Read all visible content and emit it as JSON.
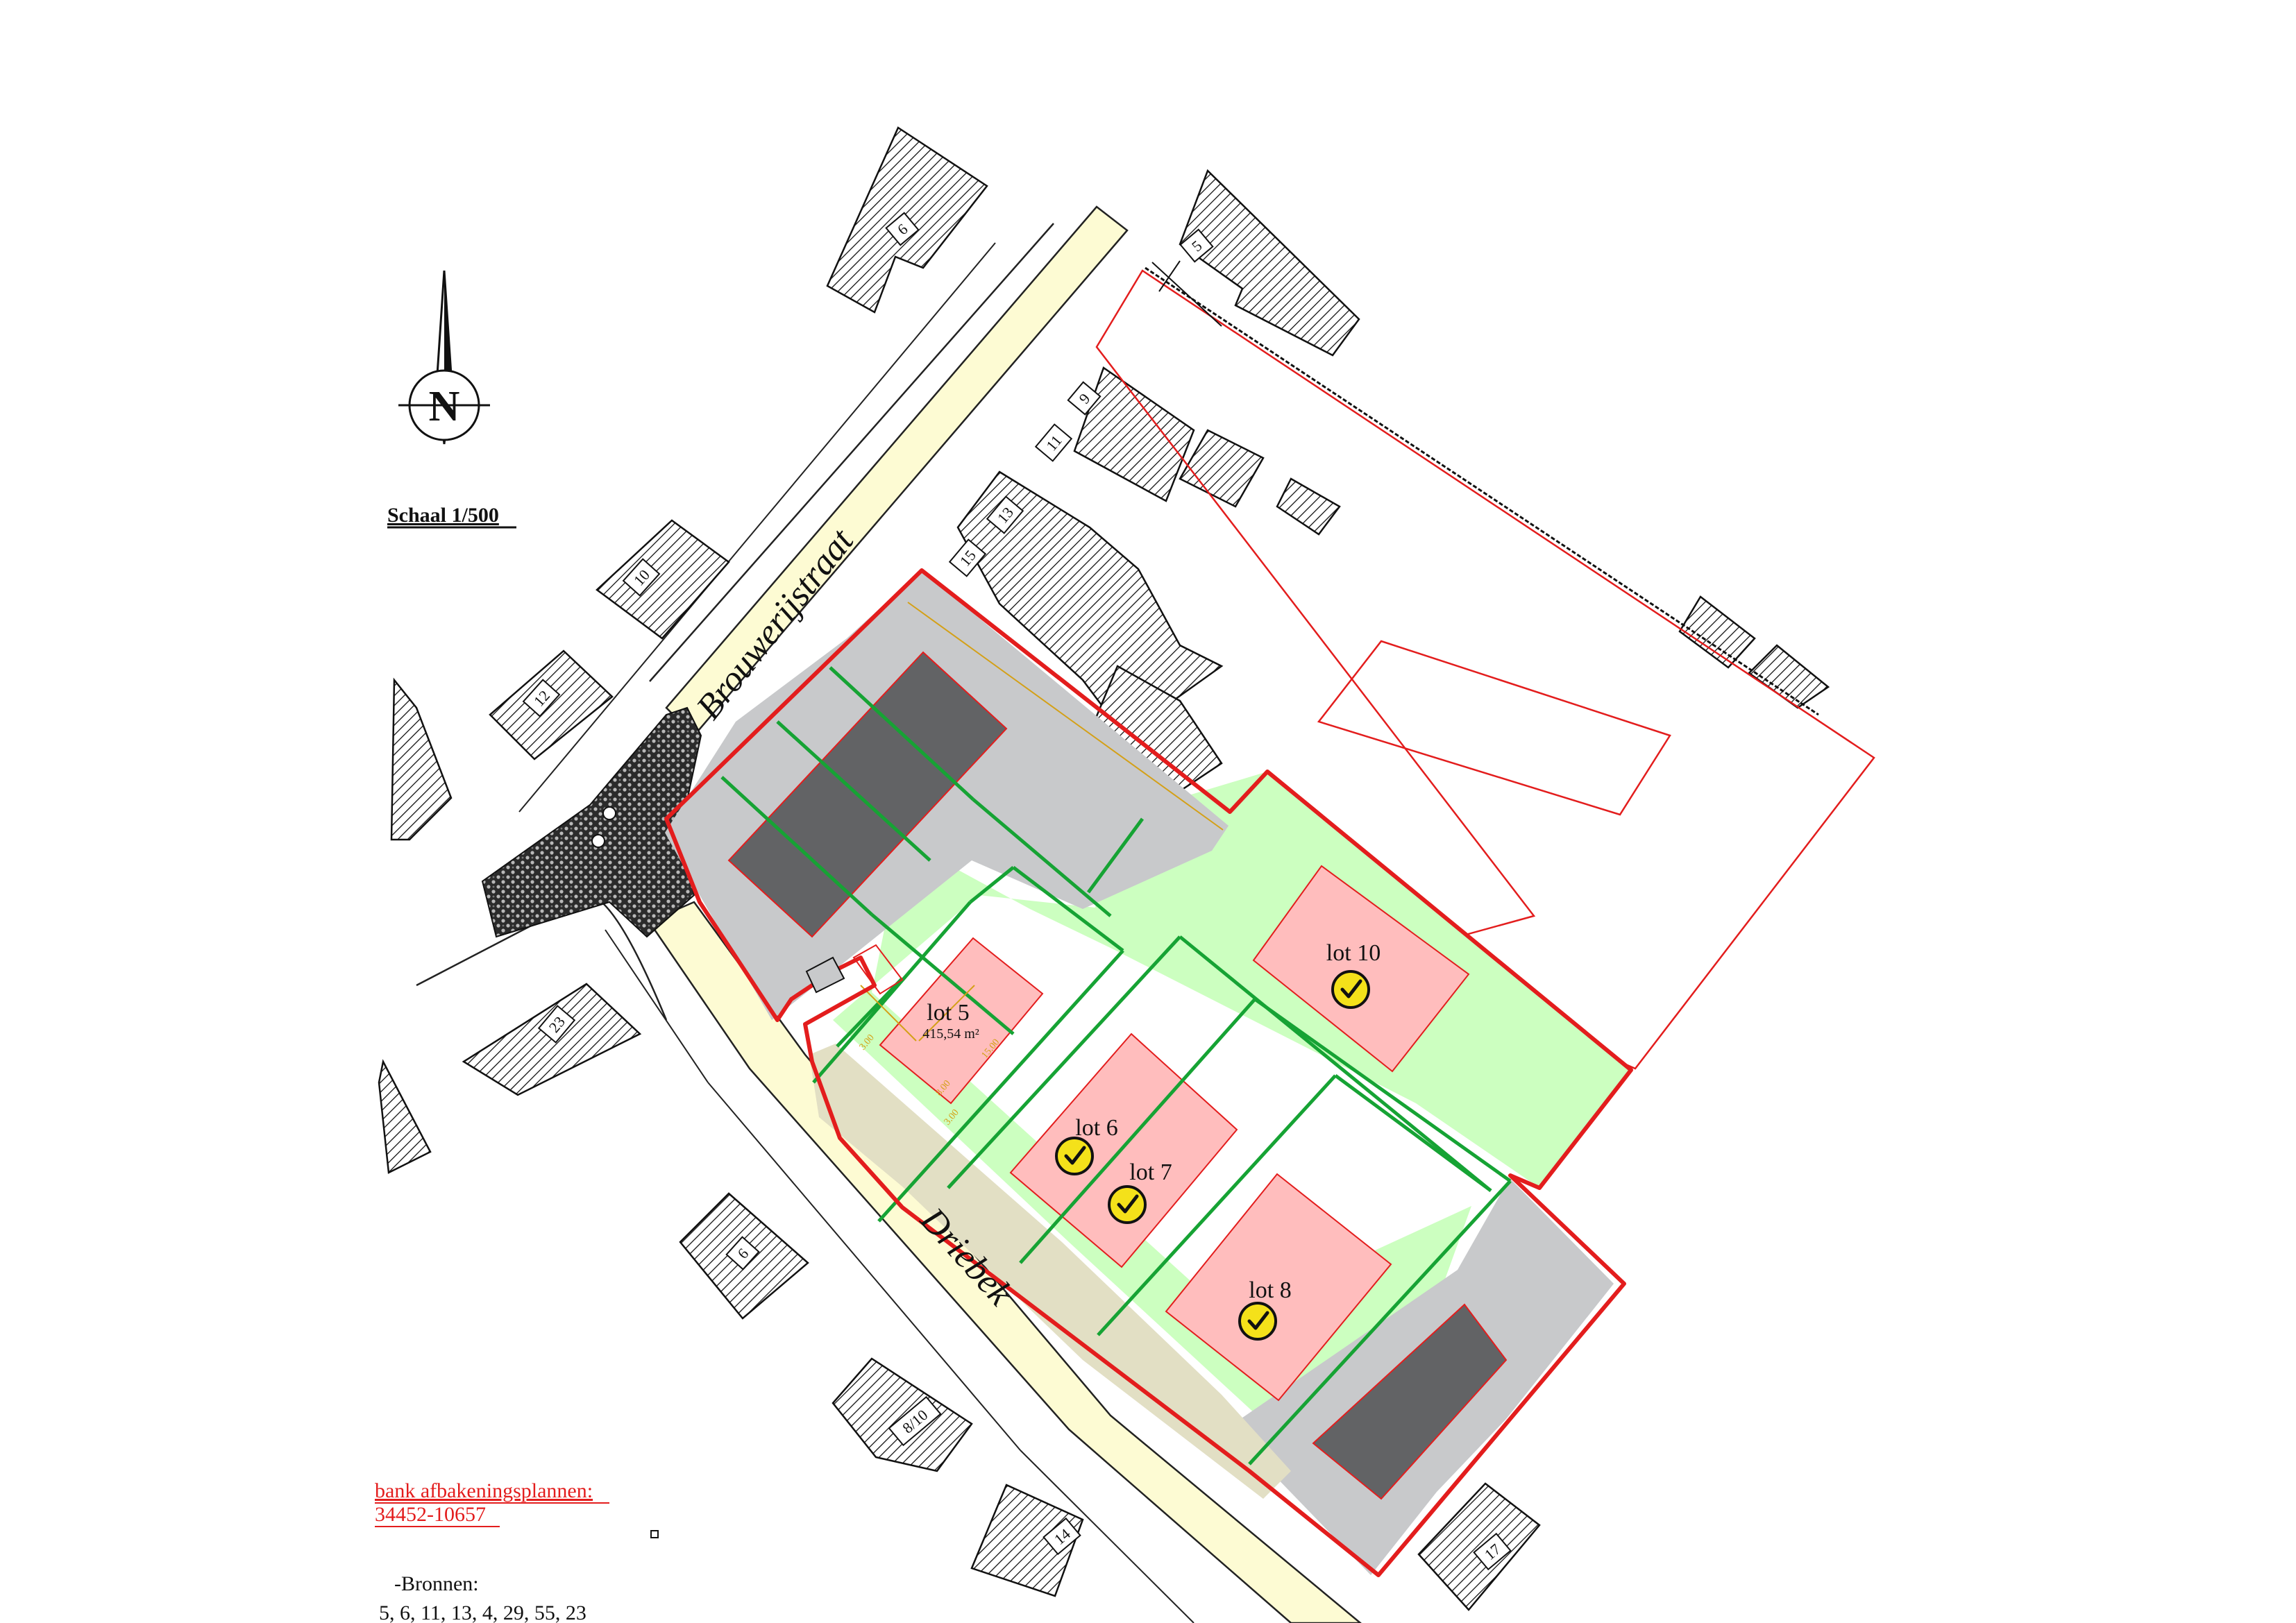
{
  "scale_label": "Schaal 1/500",
  "north_label": "N",
  "streets": {
    "brouwerijstraat": "Brouwerijstraat",
    "driebek": "Driebek"
  },
  "lots": [
    {
      "label": "lot 5",
      "area": "415,54 m²",
      "approved": false
    },
    {
      "label": "lot 6",
      "area": "",
      "approved": true
    },
    {
      "label": "lot 7",
      "area": "",
      "approved": true
    },
    {
      "label": "lot 8",
      "area": "",
      "approved": true
    },
    {
      "label": "lot 10",
      "area": "",
      "approved": true
    }
  ],
  "house_numbers": [
    "6",
    "5",
    "9",
    "11",
    "13",
    "15",
    "10",
    "12",
    "23",
    "6",
    "8/10",
    "14",
    "17"
  ],
  "dimension_labels": [
    "3.00",
    "8.00",
    "15.00",
    "3.00"
  ],
  "footer": {
    "line1": "bank afbakeningsplannen:",
    "line2": "34452-10657",
    "line3": "-Bronnen:",
    "line4": "5, 6, 11, 13, 4, 29, 55, 23"
  },
  "colors": {
    "boundary": "#e31d1d",
    "lot_green": "#ccffc0",
    "building_pink": "#ffbdbd",
    "paved_grey": "#c8c9cb",
    "building_dark": "#626365",
    "road_yellow": "#fdfbd3",
    "setback_tan": "#e2dfc4",
    "check_yellow": "#f4e11a"
  },
  "icons": [
    "north-arrow-icon",
    "checkmark-icon"
  ]
}
